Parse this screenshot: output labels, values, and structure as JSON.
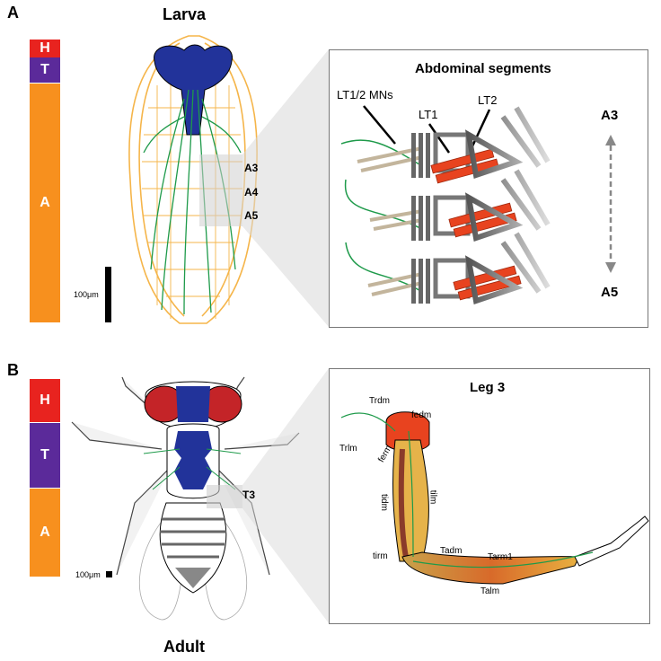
{
  "panelA": {
    "letter": "A",
    "title": "Larva",
    "segments": [
      {
        "label": "H",
        "color": "#e8231f"
      },
      {
        "label": "T",
        "color": "#5b2a9a"
      },
      {
        "label": "A",
        "color": "#f7901e"
      }
    ],
    "zoom_labels": [
      "A3",
      "A4",
      "A5"
    ],
    "scale_label": "100μm",
    "inset": {
      "title": "Abdominal segments",
      "mn_label": "LT1/2 MNs",
      "lt1_label": "LT1",
      "lt2_label": "LT2",
      "top_label": "A3",
      "bottom_label": "A5"
    }
  },
  "panelB": {
    "letter": "B",
    "title": "Adult",
    "segments": [
      {
        "label": "H",
        "color": "#e8231f"
      },
      {
        "label": "T",
        "color": "#5b2a9a"
      },
      {
        "label": "A",
        "color": "#f7901e"
      }
    ],
    "zoom_label": "T3",
    "scale_label": "100μm",
    "inset": {
      "title": "Leg 3",
      "muscles": [
        "Trdm",
        "fedm",
        "Trlm",
        "ferm",
        "tidm",
        "tilm",
        "tirm",
        "Tadm",
        "Tarm1",
        "Talm"
      ]
    }
  },
  "colors": {
    "brain": "#22339a",
    "neuron": "#1e9a4a",
    "larva_outline": "#f5b54a",
    "muscle": "#e8431f"
  }
}
